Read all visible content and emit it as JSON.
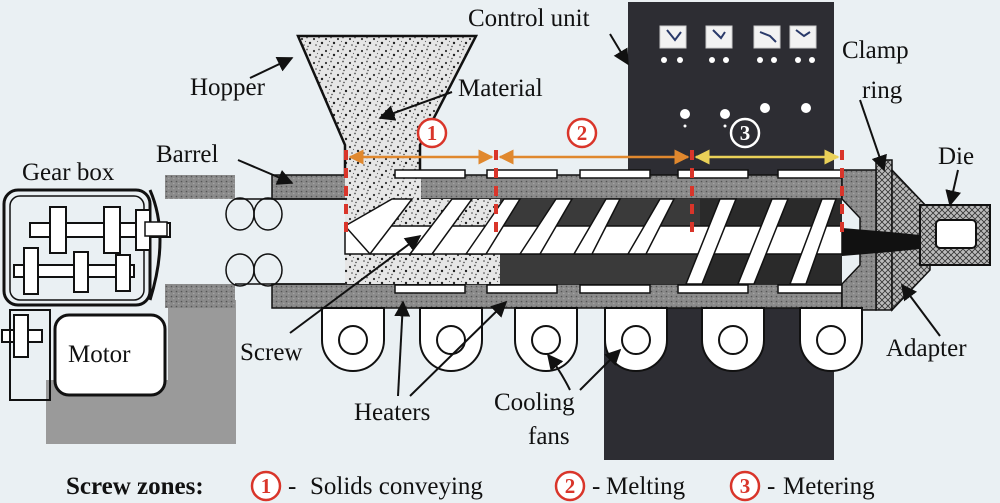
{
  "labels": {
    "control_unit": "Control unit",
    "clamp_ring_1": "Clamp",
    "clamp_ring_2": "ring",
    "die": "Die",
    "hopper": "Hopper",
    "material": "Material",
    "barrel": "Barrel",
    "gear_box": "Gear box",
    "motor": "Motor",
    "screw": "Screw",
    "heaters": "Heaters",
    "cooling_1": "Cooling",
    "cooling_2": "fans",
    "adapter": "Adapter"
  },
  "zones": [
    {
      "num": "1",
      "name": "Solids conveying"
    },
    {
      "num": "2",
      "name": "Melting"
    },
    {
      "num": "3",
      "name": "Metering"
    }
  ],
  "legend": {
    "title": "Screw zones:",
    "sep": "-"
  },
  "colors": {
    "background": "#eaf0f3",
    "zone_red": "#d9352a",
    "zone_orange": "#e0882e",
    "zone_yellow": "#ead158",
    "control_unit": "#2d2d33",
    "base": "#9a9a9a",
    "barrel": "#7e7e7e"
  }
}
